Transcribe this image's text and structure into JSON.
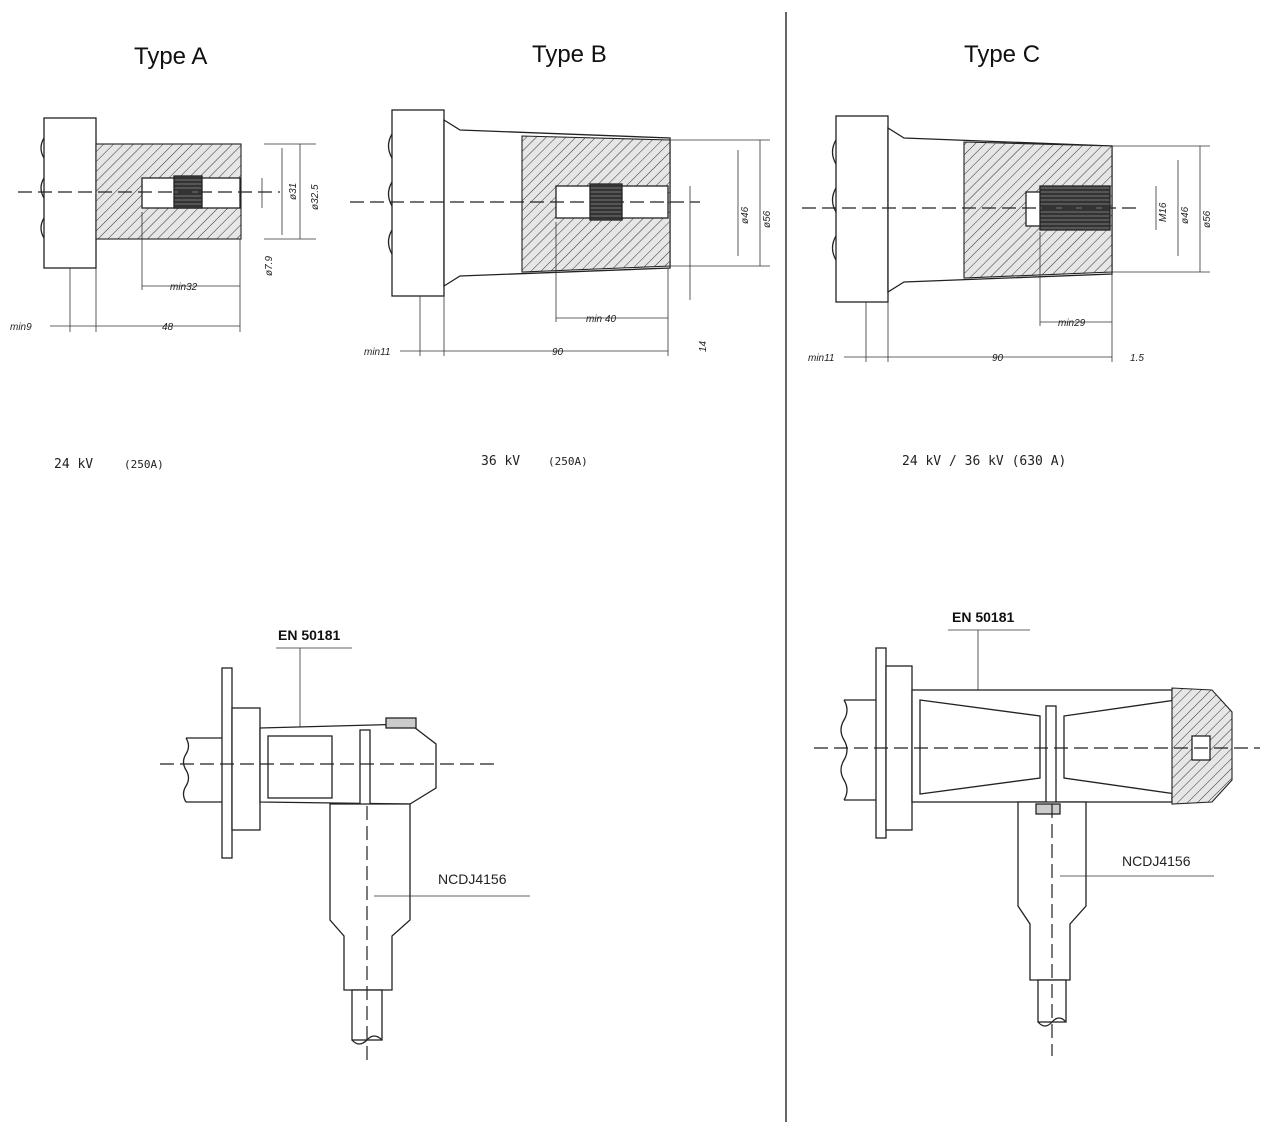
{
  "types": [
    {
      "title": "Type A",
      "rating": "24  kV",
      "current": "(250A)"
    },
    {
      "title": "Type B",
      "rating": "36  kV",
      "current": "(250A)"
    },
    {
      "title": "Type C",
      "rating": "24  kV / 36  kV  (630 A)",
      "current": ""
    }
  ],
  "dimensions": {
    "type_a": {
      "min_left": "min9",
      "depth": "min32",
      "length": "48",
      "dia_inner": "ø31",
      "dia_outer": "ø32.5",
      "dia_pin": "ø7.9"
    },
    "type_b": {
      "min_left": "min11",
      "depth": "min 40",
      "length": "90",
      "dia_inner": "ø46",
      "dia_outer": "ø56",
      "pin": "14"
    },
    "type_c": {
      "min_left": "min11",
      "depth": "min29",
      "length": "90",
      "thread": "M16",
      "dia_inner": "ø46",
      "dia_outer": "ø56",
      "offset": "1.5"
    }
  },
  "connectors": [
    {
      "standard": "EN 50181",
      "part": "NCDJ4156"
    },
    {
      "standard": "EN 50181",
      "part": "NCDJ4156"
    }
  ],
  "colors": {
    "line": "#222222",
    "hatch_fill": "#dddddd",
    "background": "#ffffff"
  }
}
